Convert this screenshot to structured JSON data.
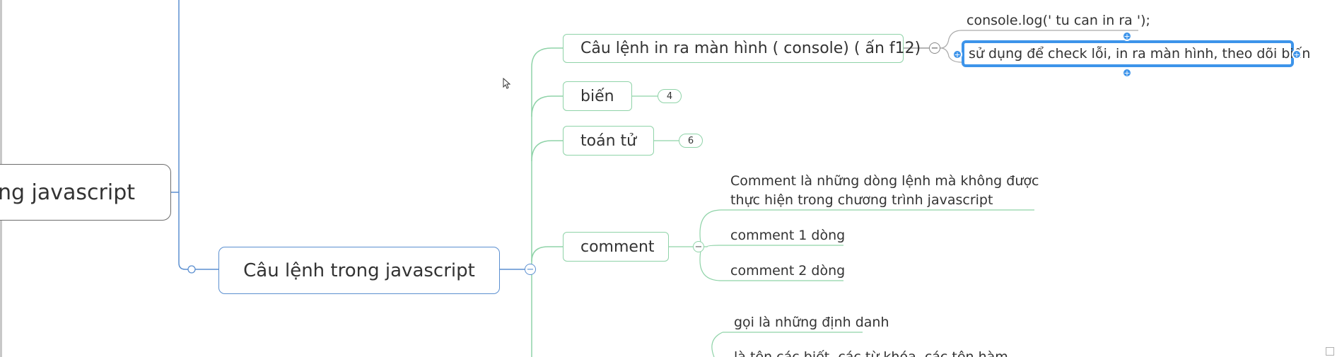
{
  "root": {
    "label": "ong javascript"
  },
  "main_topic": {
    "label": "Câu lệnh trong javascript"
  },
  "subtopics": {
    "console": {
      "label": "Câu lệnh in ra màn hình ( console) ( ấn f12)"
    },
    "bien": {
      "label": "biến",
      "collapsed_count": "4"
    },
    "toan_tu": {
      "label": "toán tử",
      "collapsed_count": "6"
    },
    "comment": {
      "label": "comment"
    }
  },
  "console_children": {
    "code": "console.log(' tu can in ra ');",
    "usage": "sử dụng để check lỗi, in ra màn hình, theo dõi biến"
  },
  "comment_children": {
    "definition_line1": "Comment là những dòng lệnh mà không được",
    "definition_line2": "thực hiện trong chương trình javascript",
    "single_line": "comment 1 dòng",
    "multi_line": "comment 2 dòng"
  },
  "bottom_children": {
    "line1": "gọi là những định danh",
    "line2": "là tên các biết, các từ khóa, các tên hàm"
  },
  "icons": {
    "collapse": "minus-circle-icon",
    "resize": "plus-handle-icon",
    "cursor": "mouse-pointer-icon"
  },
  "colors": {
    "main_border": "#5b8fd0",
    "sub_border": "#8fd3a8",
    "selection": "#3d94ea",
    "root_border": "#6d6d6d"
  }
}
